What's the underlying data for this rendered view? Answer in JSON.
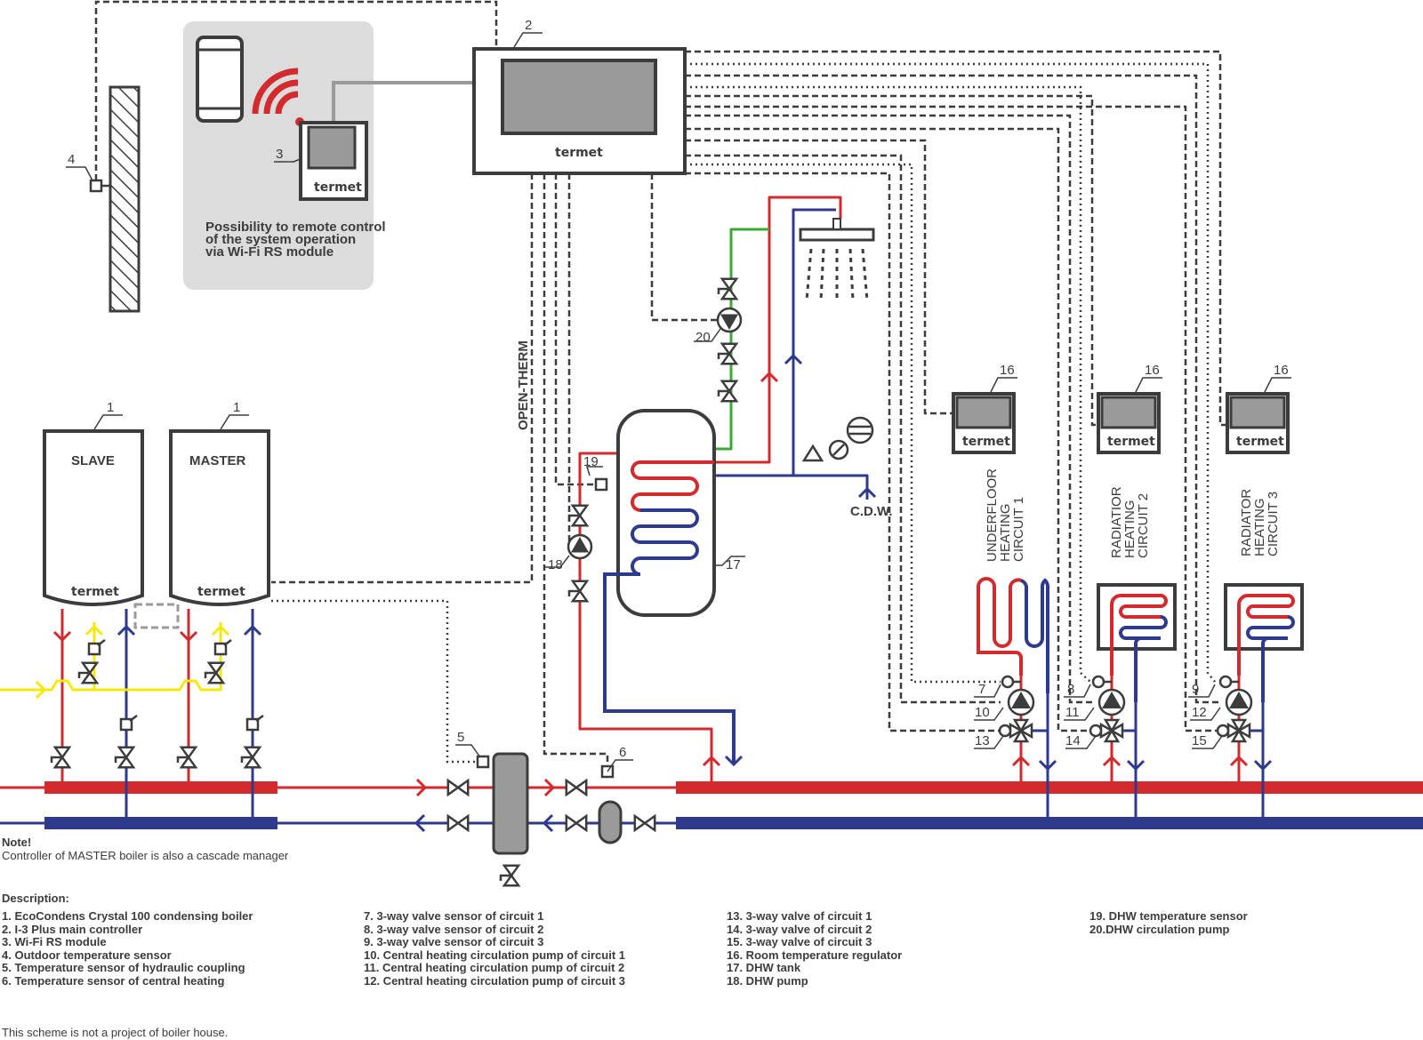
{
  "brand": "termet",
  "colors": {
    "supply": "#d32a2e",
    "return": "#2e3a8c",
    "gas": "#f5e90b",
    "dhw_circ": "#3aaa35",
    "outline": "#3c3c3c",
    "device_screen": "#9a9a9a",
    "panel": "#dcdcdd"
  },
  "boilers": [
    {
      "number": "1",
      "label": "SLAVE"
    },
    {
      "number": "1",
      "label": "MASTER"
    }
  ],
  "controller_number": "2",
  "wifi_module_number": "3",
  "outdoor_sensor_number": "4",
  "wifi_panel_text": [
    "Possibility to remote control",
    "of the system operation",
    "via Wi-Fi RS module"
  ],
  "open_therm_label": "OPEN-THERM",
  "cdw_label": "C.D.W.",
  "callouts": {
    "n5": "5",
    "n6": "6",
    "n7": "7",
    "n8": "8",
    "n9": "9",
    "n10": "10",
    "n11": "11",
    "n12": "12",
    "n13": "13",
    "n14": "14",
    "n15": "15",
    "n17": "17",
    "n18": "18",
    "n19": "19",
    "n20": "20"
  },
  "thermostats": [
    {
      "number": "16"
    },
    {
      "number": "16"
    },
    {
      "number": "16"
    }
  ],
  "circuits": [
    {
      "lines": [
        "UNDERFLOOR",
        "HEATING",
        "CIRCUIT 1"
      ]
    },
    {
      "lines": [
        "RADIATIOR",
        "HEATING",
        "CIRCUIT 2"
      ]
    },
    {
      "lines": [
        "RADIATOR",
        "HEATING",
        "CIRCUIT 3"
      ]
    }
  ],
  "note": {
    "title": "Note!",
    "text": "Controller of MASTER boiler is also a cascade manager"
  },
  "description": {
    "title": "Description:",
    "items": [
      "1.  EcoCondens Crystal 100 condensing boiler",
      "2.  I-3 Plus main controller",
      "3.  Wi-Fi RS module",
      "4.  Outdoor temperature sensor",
      "5.  Temperature sensor of hydraulic coupling",
      "6.  Temperature sensor of central heating",
      "7.   3-way valve sensor of circuit  1",
      "8.   3-way valve sensor of circuit  2",
      "9.   3-way valve sensor of circuit  3",
      "10.  Central heating circulation pump of circuit 1",
      "11.   Central heating circulation pump of circuit 2",
      "12.  Central heating circulation pump of circuit 3",
      "13.  3-way valve of circuit 1",
      "14.  3-way valve of circuit 2",
      "15.  3-way valve of circuit 3",
      "16.  Room temperature regulator",
      "17.  DHW tank",
      "18.  DHW pump",
      "19. DHW temperature sensor",
      "20.DHW circulation pump"
    ]
  },
  "disclaimer": "This scheme is not a project of boiler house."
}
